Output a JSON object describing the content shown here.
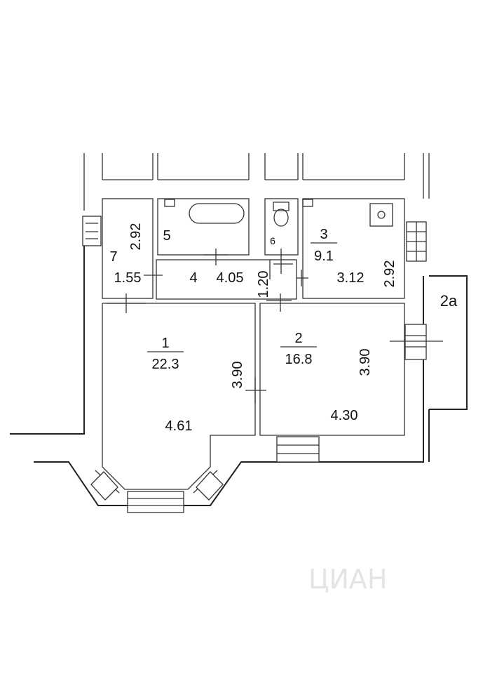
{
  "rooms": {
    "r1": {
      "number": "1",
      "area": "22.3",
      "width": "4.61",
      "depth": "3.90"
    },
    "r2": {
      "number": "2",
      "area": "16.8",
      "width": "4.30",
      "depth": "3.90"
    },
    "r2a": {
      "number": "2а"
    },
    "r3": {
      "number": "3",
      "area": "9.1",
      "width": "3.12",
      "depth": "2.92"
    },
    "r4": {
      "number": "4",
      "width": "4.05",
      "depth": "1.20"
    },
    "r5": {
      "number": "5"
    },
    "r6": {
      "number": "6"
    },
    "r7": {
      "number": "7",
      "width": "1.55",
      "depth": "2.92"
    }
  },
  "watermark": {
    "text": "ЦИАН"
  }
}
